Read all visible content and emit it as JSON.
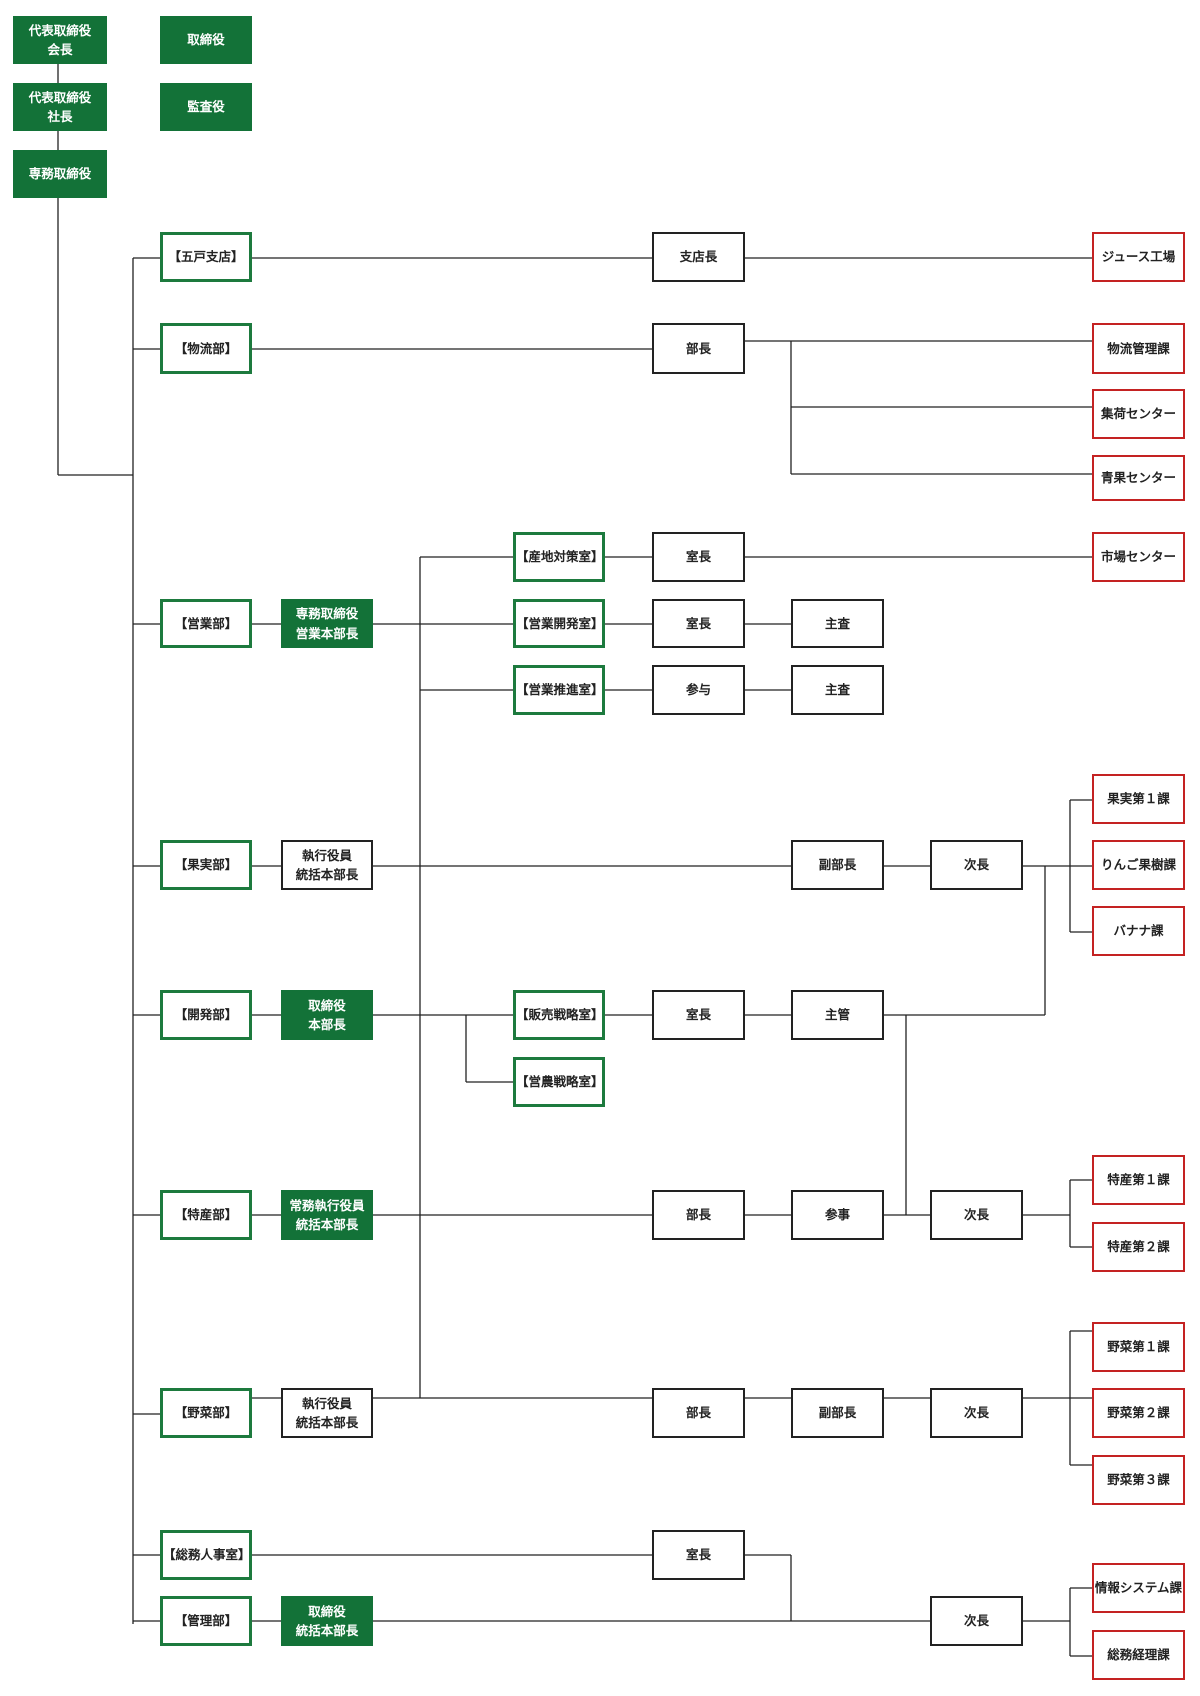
{
  "colors": {
    "fill": "#137238",
    "green": "#1d7a3e",
    "black": "#222222",
    "red": "#c42222"
  },
  "nodes": [
    {
      "id": "chairman",
      "label": "代表取締役\n会長",
      "style": "fill"
    },
    {
      "id": "president",
      "label": "代表取締役\n社長",
      "style": "fill"
    },
    {
      "id": "senior_md",
      "label": "専務取締役",
      "style": "fill"
    },
    {
      "id": "director",
      "label": "取締役",
      "style": "fill"
    },
    {
      "id": "auditor",
      "label": "監査役",
      "style": "fill"
    },
    {
      "id": "gonohe",
      "label": "【五戸支店】",
      "style": "green"
    },
    {
      "id": "gonohe_head",
      "label": "支店長",
      "style": "black"
    },
    {
      "id": "juice",
      "label": "ジュース工場",
      "style": "red"
    },
    {
      "id": "logistics",
      "label": "【物流部】",
      "style": "green"
    },
    {
      "id": "logistics_head",
      "label": "部長",
      "style": "black"
    },
    {
      "id": "logi_mgmt",
      "label": "物流管理課",
      "style": "red"
    },
    {
      "id": "collection",
      "label": "集荷センター",
      "style": "red"
    },
    {
      "id": "aokaju",
      "label": "青果センター",
      "style": "red"
    },
    {
      "id": "sales",
      "label": "【営業部】",
      "style": "green"
    },
    {
      "id": "sales_gm",
      "label": "専務取締役\n営業本部長",
      "style": "fill"
    },
    {
      "id": "origin_office",
      "label": "【産地対策室】",
      "style": "green"
    },
    {
      "id": "origin_head",
      "label": "室長",
      "style": "black"
    },
    {
      "id": "market",
      "label": "市場センター",
      "style": "red"
    },
    {
      "id": "sales_dev",
      "label": "【営業開発室】",
      "style": "green"
    },
    {
      "id": "sales_dev_head",
      "label": "室長",
      "style": "black"
    },
    {
      "id": "sales_dev_chief",
      "label": "主査",
      "style": "black"
    },
    {
      "id": "sales_promo",
      "label": "【営業推進室】",
      "style": "green"
    },
    {
      "id": "sales_promo_adv",
      "label": "参与",
      "style": "black"
    },
    {
      "id": "sales_promo_chief",
      "label": "主査",
      "style": "black"
    },
    {
      "id": "fruit",
      "label": "【果実部】",
      "style": "green"
    },
    {
      "id": "fruit_gm",
      "label": "執行役員\n統括本部長",
      "style": "black"
    },
    {
      "id": "fruit_vice",
      "label": "副部長",
      "style": "black"
    },
    {
      "id": "fruit_deputy",
      "label": "次長",
      "style": "black"
    },
    {
      "id": "fruit1",
      "label": "果実第１課",
      "style": "red"
    },
    {
      "id": "apple",
      "label": "りんご果樹課",
      "style": "red"
    },
    {
      "id": "banana",
      "label": "バナナ課",
      "style": "red"
    },
    {
      "id": "devdept",
      "label": "【開発部】",
      "style": "green"
    },
    {
      "id": "devdept_gm",
      "label": "取締役\n本部長",
      "style": "fill"
    },
    {
      "id": "strategy",
      "label": "【販売戦略室】",
      "style": "green"
    },
    {
      "id": "strategy_head",
      "label": "室長",
      "style": "black"
    },
    {
      "id": "strategy_mgr",
      "label": "主管",
      "style": "black"
    },
    {
      "id": "agri",
      "label": "【営農戦略室】",
      "style": "green"
    },
    {
      "id": "special",
      "label": "【特産部】",
      "style": "green"
    },
    {
      "id": "special_gm",
      "label": "常務執行役員\n統括本部長",
      "style": "fill"
    },
    {
      "id": "special_head",
      "label": "部長",
      "style": "black"
    },
    {
      "id": "special_cons",
      "label": "参事",
      "style": "black"
    },
    {
      "id": "special_deputy",
      "label": "次長",
      "style": "black"
    },
    {
      "id": "special1",
      "label": "特産第１課",
      "style": "red"
    },
    {
      "id": "special2",
      "label": "特産第２課",
      "style": "red"
    },
    {
      "id": "veg",
      "label": "【野菜部】",
      "style": "green"
    },
    {
      "id": "veg_gm",
      "label": "執行役員\n統括本部長",
      "style": "black"
    },
    {
      "id": "veg_head",
      "label": "部長",
      "style": "black"
    },
    {
      "id": "veg_vice",
      "label": "副部長",
      "style": "black"
    },
    {
      "id": "veg_deputy",
      "label": "次長",
      "style": "black"
    },
    {
      "id": "veg1",
      "label": "野菜第１課",
      "style": "red"
    },
    {
      "id": "veg2",
      "label": "野菜第２課",
      "style": "red"
    },
    {
      "id": "veg3",
      "label": "野菜第３課",
      "style": "red"
    },
    {
      "id": "ga_hr",
      "label": "【総務人事室】",
      "style": "green"
    },
    {
      "id": "ga_hr_head",
      "label": "室長",
      "style": "black"
    },
    {
      "id": "admin",
      "label": "【管理部】",
      "style": "green"
    },
    {
      "id": "admin_gm",
      "label": "取締役\n統括本部長",
      "style": "fill"
    },
    {
      "id": "admin_deputy",
      "label": "次長",
      "style": "black"
    },
    {
      "id": "infosys",
      "label": "情報システム課",
      "style": "red"
    },
    {
      "id": "ga_acct",
      "label": "総務経理課",
      "style": "red"
    }
  ]
}
